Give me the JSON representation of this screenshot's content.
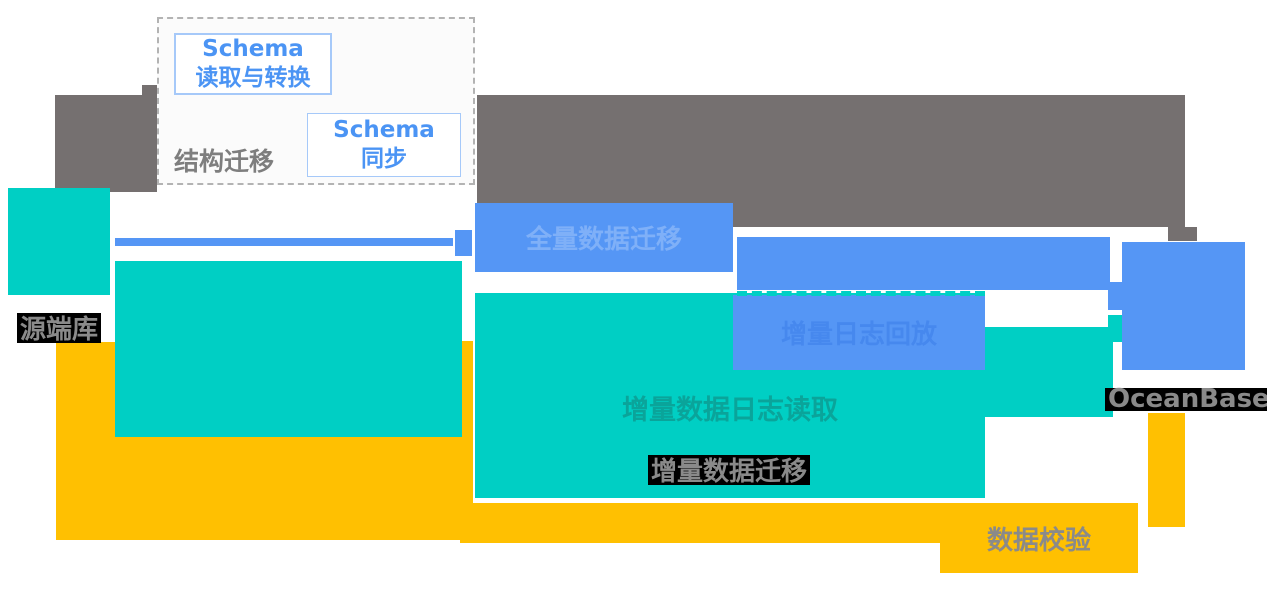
{
  "title_area": {
    "structure_migration_label": "结构迁移",
    "schema_read_box": {
      "line1": "Schema",
      "line2": "读取与转换"
    },
    "schema_sync_box": {
      "line1": "Schema",
      "line2": "同步"
    }
  },
  "nodes": {
    "source_db": "源端库",
    "oceanbase": "OceanBase"
  },
  "stages": {
    "full_data_migration": "全量数据迁移",
    "incremental_log_replay": "增量日志回放",
    "incremental_log_read": "增量数据日志读取",
    "incremental_data_migration": "增量数据迁移",
    "data_verification": "数据校验"
  },
  "colors": {
    "gray_bar": "#757070",
    "teal": "#00CFC4",
    "blue": "#5596F5",
    "yellow": "#FFC001",
    "schema_text_blue": "#4B94F4",
    "label_gray": "#8A8A8A",
    "incremental_log_read_text": "#0AA49A",
    "highlight_band": "#000000"
  }
}
